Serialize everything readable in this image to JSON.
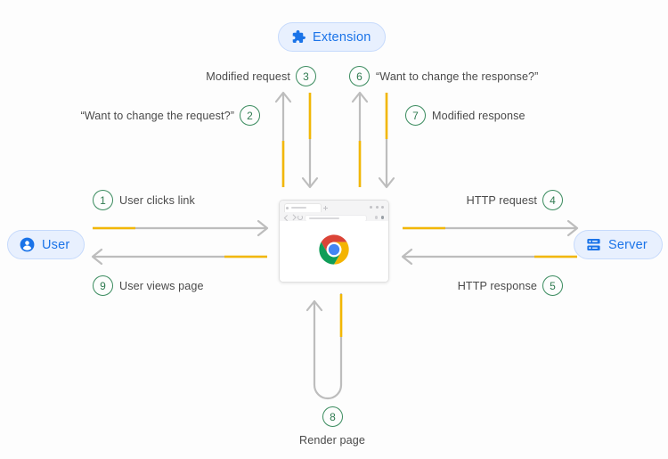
{
  "diagram": {
    "title": "Chrome extension request/response interception flow",
    "background": "#fdfdfd",
    "colors": {
      "accent_blue": "#1a73e8",
      "pill_fill": "#e8f0fe",
      "pill_border": "#c6dafc",
      "step_green": "#2f7a50",
      "arrow_gray": "#bdbdbd",
      "highlight_yellow": "#f2b705",
      "label_text": "#4a4a4a"
    }
  },
  "nodes": {
    "extension": {
      "label": "Extension",
      "icon": "puzzle-piece-icon"
    },
    "user": {
      "label": "User",
      "icon": "person-circle-icon"
    },
    "server": {
      "label": "Server",
      "icon": "server-rack-icon"
    },
    "browser": {
      "label": "",
      "icon": "chrome-logo-icon"
    }
  },
  "steps": [
    {
      "number": "1",
      "label": "User clicks link"
    },
    {
      "number": "2",
      "label": "“Want to change the request?”"
    },
    {
      "number": "3",
      "label": "Modified request"
    },
    {
      "number": "4",
      "label": "HTTP request"
    },
    {
      "number": "5",
      "label": "HTTP response"
    },
    {
      "number": "6",
      "label": "“Want to change the response?”"
    },
    {
      "number": "7",
      "label": "Modified response"
    },
    {
      "number": "8",
      "label": "Render page"
    },
    {
      "number": "9",
      "label": "User views page"
    }
  ]
}
